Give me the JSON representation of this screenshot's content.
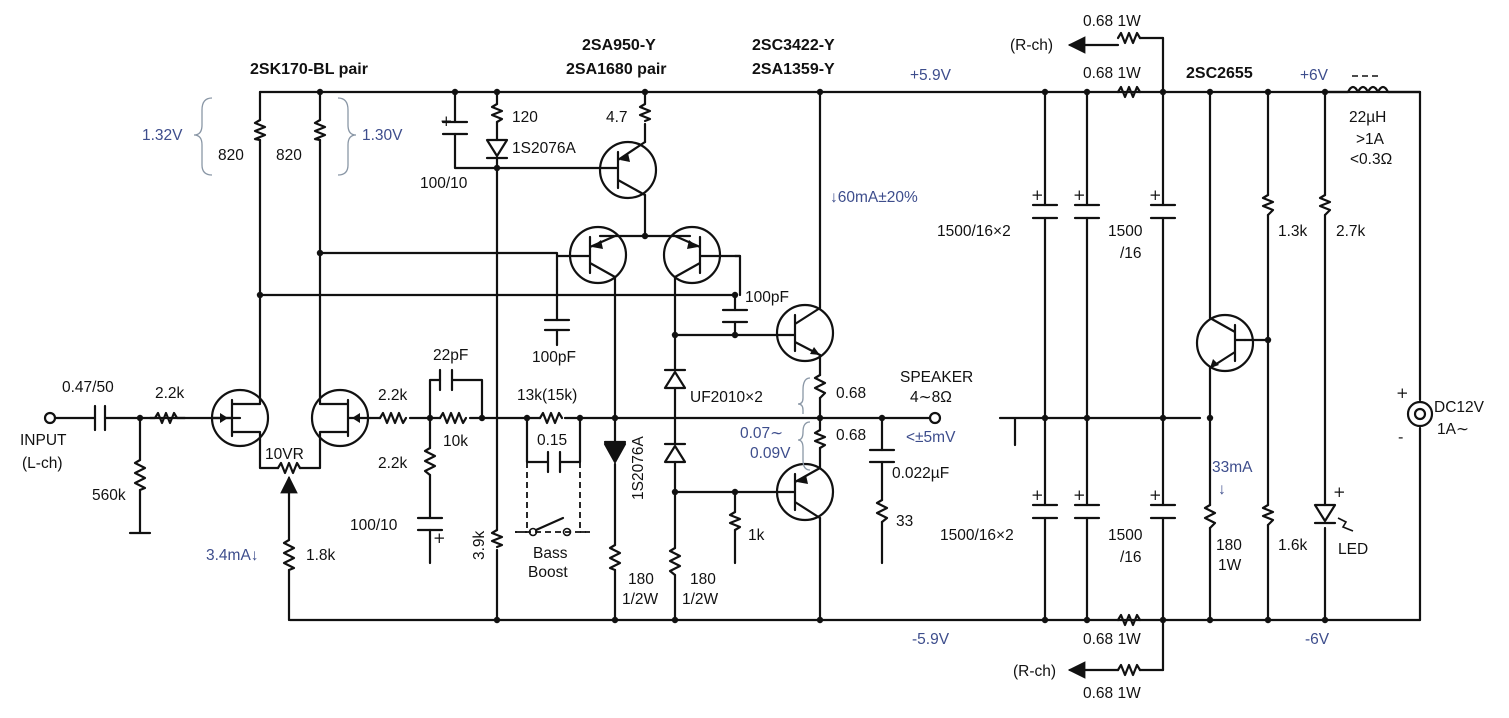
{
  "headings": {
    "jfet_pair": "2SK170-BL pair",
    "pnp_pair_1": "2SA950-Y",
    "pnp_pair_2": "2SA1680 pair",
    "out_pair_1": "2SC3422-Y",
    "out_pair_2": "2SA1359-Y",
    "regulator": "2SC2655"
  },
  "rails": {
    "pos_5v9": "+5.9V",
    "neg_5v9": "-5.9V",
    "pos_6v": "+6V",
    "neg_6v": "-6V"
  },
  "input": {
    "label_1": "INPUT",
    "label_2": "(L-ch)",
    "cap": "0.47/50",
    "r_series": "2.2k",
    "r_shunt": "560k"
  },
  "jfet_stage": {
    "r_drain_left": "820",
    "r_drain_right": "820",
    "v_left": "1.32V",
    "v_right": "1.30V",
    "trim": "10VR",
    "r_source": "1.8k",
    "i_source": "3.4mA↓"
  },
  "feedback": {
    "r_gate_right": "2.2k",
    "cap_fb": "22pF",
    "r_fb": "10k",
    "r_shunt": "2.2k",
    "cap_shunt": "100/10",
    "r_13k": "13k(15k)",
    "cap_bass": "0.15",
    "bass_1": "Bass",
    "bass_2": "Boost"
  },
  "vas": {
    "r_120": "120",
    "diode_1s2076": "1S2076A",
    "r_4_7": "4.7",
    "cap_100_10": "100/10",
    "cap_100pf_left": "100pF",
    "cap_100pf_right": "100pF",
    "r_3_9k": "3.9k",
    "diode_vert": "1S2076A",
    "r_180_left": "180",
    "r_180_left_w": "1/2W",
    "r_180_right": "180",
    "r_180_right_w": "1/2W",
    "uf2010": "UF2010×2",
    "r_1k": "1k"
  },
  "output": {
    "i_bias": "↓60mA±20%",
    "r_068_top": "0.68",
    "r_068_bot": "0.68",
    "speaker_1": "SPEAKER",
    "speaker_2": "4∼8Ω",
    "v_emit_1": "0.07∼",
    "v_emit_2": "0.09V",
    "offset": "<±5mV",
    "zobel_c": "0.022µF",
    "zobel_r": "33"
  },
  "psu": {
    "rch_top": "(R-ch)",
    "r_top_1": "0.68 1W",
    "r_top_2": "0.68 1W",
    "cap_bank_top_1": "1500/16×2",
    "cap_top_2a": "1500",
    "cap_top_2b": "/16",
    "cap_bank_bot_1": "1500/16×2",
    "cap_bot_2a": "1500",
    "cap_bot_2b": "/16",
    "r_bot_1": "0.68 1W",
    "r_bot_2": "0.68 1W",
    "rch_bot": "(R-ch)",
    "inductor": "22µH",
    "ind_spec_1": ">1A",
    "ind_spec_2": "<0.3Ω",
    "r_1_3k": "1.3k",
    "r_2_7k": "2.7k",
    "i_33ma": "33mA",
    "i_arrow": "↓",
    "r_180": "180",
    "r_180_w": "1W",
    "r_1_6k": "1.6k",
    "led": "LED",
    "dc_1": "DC12V",
    "dc_2": "1A∼",
    "plus": "+",
    "minus": "-"
  }
}
